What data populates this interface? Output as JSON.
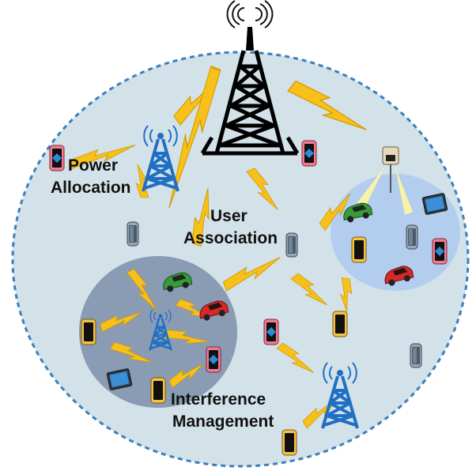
{
  "labels": {
    "power_line1": "Power",
    "power_line2": "Allocation",
    "user_line1": "User",
    "user_line2": "Association",
    "interf_line1": "Interference",
    "interf_line2": "Management"
  },
  "colors": {
    "macro_cell": "#d3e1e8",
    "macro_border": "#3a7fc0",
    "small_cell_right": "#b3cdef",
    "small_cell_left": "#8a9bb4",
    "tower_macro": "#000000",
    "tower_small": "#1f6fc4",
    "lightning": "#f7c01a",
    "car_green": "#3a9a3a",
    "car_red": "#d62828",
    "phone_pink": "#f27a92",
    "phone_yellow": "#f5c242",
    "phone_gray": "#9aa6b2"
  },
  "icons": [
    "radio-waves-icon",
    "macro-tower-icon",
    "small-tower-icon",
    "camera-icon",
    "car-icon",
    "smartphone-icon",
    "tablet-icon",
    "lightning-icon"
  ]
}
